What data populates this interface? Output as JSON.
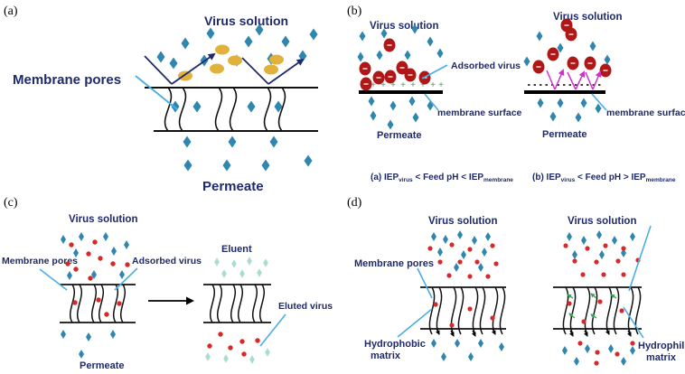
{
  "panel_a": {
    "letter": "(a)",
    "virus_solution": "Virus solution",
    "membrane_pores": "Membrane pores",
    "permeate": "Permeate"
  },
  "panel_b": {
    "letter": "(b)",
    "left": {
      "virus_solution": "Virus solution",
      "adsorbed_virus": "Adsorbed virus",
      "membrane_surface": "membrane surface",
      "permeate": "Permeate",
      "caption": {
        "prefix": "(a) IEP",
        "sub1": "virus",
        "middle": " < Feed pH < IEP",
        "sub2": "membrane"
      }
    },
    "right": {
      "virus_solution": "Virus solution",
      "membrane_surface": "membrane surface",
      "permeate": "Permeate",
      "caption": {
        "prefix": "(b) IEP",
        "sub1": "virus",
        "middle": " < Feed pH > IEP",
        "sub2": "membrane"
      }
    }
  },
  "panel_c": {
    "letter": "(c)",
    "virus_solution": "Virus solution",
    "membrane_pores": "Membrane pores",
    "adsorbed_virus": "Adsorbed virus",
    "eluent": "Eluent",
    "eluted_virus": "Eluted virus",
    "permeate": "Permeate"
  },
  "panel_d": {
    "letter": "(d)",
    "left": {
      "virus_solution": "Virus solution",
      "membrane_pores": "Membrane pores",
      "hydrophobic_line1": "Hydrophobic",
      "hydrophobic_line2": "matrix"
    },
    "right": {
      "virus_solution": "Virus solution",
      "hydrophilic_line1": "Hydrophilic",
      "hydrophilic_line2": "matrix"
    }
  },
  "colors": {
    "diamond": "#2f86ae",
    "virus_red": "#d62a2a",
    "virus_dark_red": "#b01818",
    "gold": "#e2b13c",
    "pointer": "#4aaee6",
    "navy": "#1f2a6b",
    "magenta": "#cc33cc",
    "green_plus": "#3aa35a",
    "pale_diamond": "#a8dccf"
  }
}
